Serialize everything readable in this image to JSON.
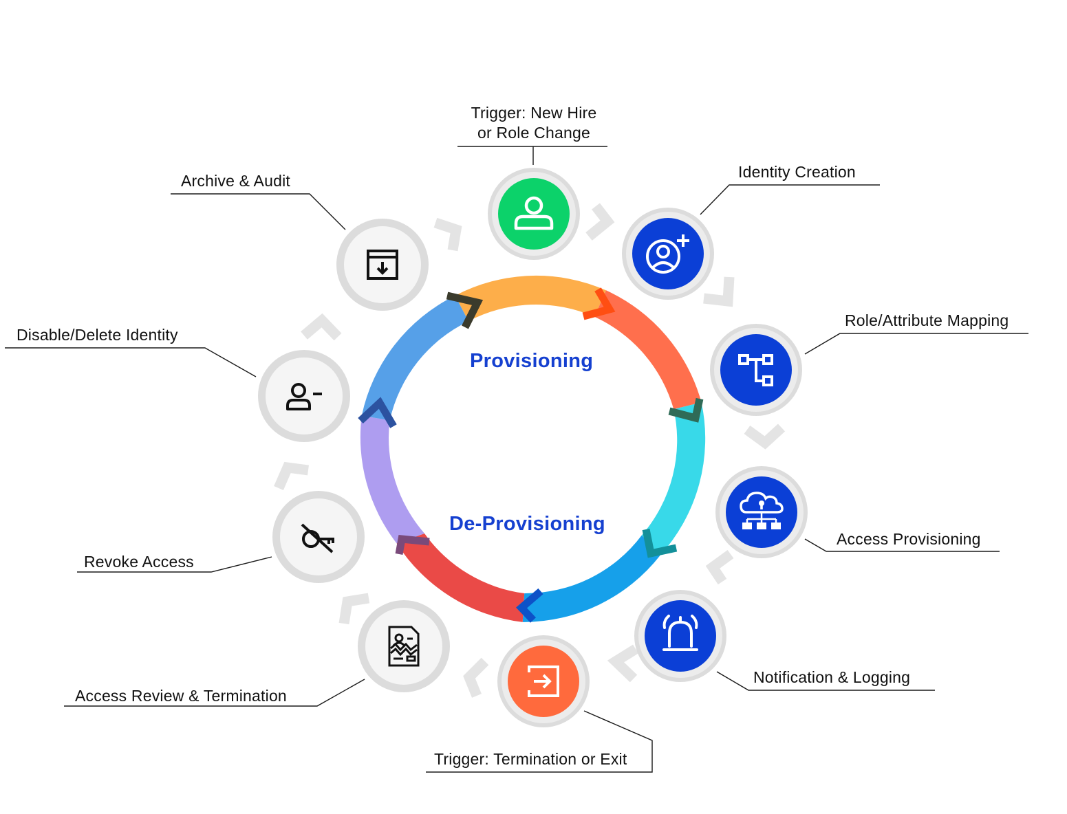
{
  "center": {
    "top_label": "Provisioning",
    "bottom_label": "De-Provisioning"
  },
  "steps": [
    {
      "label_line1": "Trigger: New Hire",
      "label_line2": "or Role Change",
      "icon": "user-icon",
      "color": "#0cd26a"
    },
    {
      "label": "Identity Creation",
      "icon": "user-add-icon",
      "color": "#0b3fd6"
    },
    {
      "label": "Role/Attribute Mapping",
      "icon": "hierarchy-icon",
      "color": "#0b3fd6"
    },
    {
      "label": "Access Provisioning",
      "icon": "cloud-lock-network-icon",
      "color": "#0b3fd6"
    },
    {
      "label": "Notification & Logging",
      "icon": "alarm-bell-icon",
      "color": "#0b3fd6"
    },
    {
      "label": "Trigger: Termination or Exit",
      "icon": "exit-icon",
      "color": "#ff6a3d"
    },
    {
      "label": "Access Review & Termination",
      "icon": "document-review-icon",
      "color": "#f5f5f5"
    },
    {
      "label": "Revoke Access",
      "icon": "revoke-key-icon",
      "color": "#f5f5f5"
    },
    {
      "label": "Disable/Delete Identity",
      "icon": "user-remove-icon",
      "color": "#f5f5f5"
    },
    {
      "label": "Archive & Audit",
      "icon": "archive-icon",
      "color": "#f5f5f5"
    }
  ],
  "ring_colors": [
    "#fdae4a",
    "#ff6f4d",
    "#38d9e9",
    "#16a0ea",
    "#ea4a47",
    "#ae9df0",
    "#56a0e8"
  ]
}
